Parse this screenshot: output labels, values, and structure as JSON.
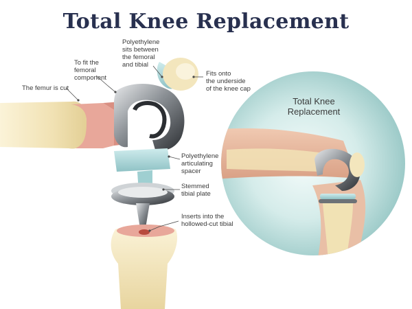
{
  "title": "Total Knee Replacement",
  "inset_title": "Total Knee\nReplacement",
  "labels": {
    "polyethylene_top": "Polyethylene\nsits between\nthe femoral\nand tibial",
    "fits_onto": "Fits onto\nthe underside\nof the knee cap",
    "to_fit_femoral": "To fit the\nfemoral\ncomponent",
    "femur_cut": "The femur is cut",
    "polyethylene_spacer": "Polyethylene\narticulating\nspacer",
    "stemmed_tibial": "Stemmed\ntibial plate",
    "inserts_into": "Inserts into the\nhollowed-cut tibial"
  },
  "colors": {
    "title": "#28304f",
    "bone": "#f3e6bd",
    "bone_cut": "#e8a79a",
    "metal": "#8f9498",
    "metal_dark": "#2f3236",
    "plastic": "#a9d6d8",
    "inset_bg": "#b9dcda",
    "skin": "#e6b79d",
    "leader": "#4a4a4a"
  }
}
